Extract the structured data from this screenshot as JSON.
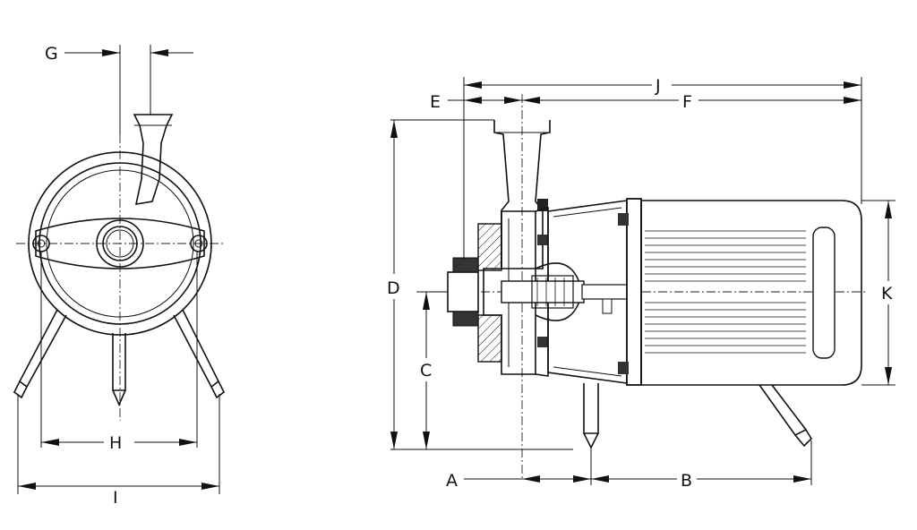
{
  "dimension_labels": {
    "G": "G",
    "H": "H",
    "I": "I",
    "J": "J",
    "E": "E",
    "F": "F",
    "D": "D",
    "C": "C",
    "A": "A",
    "B": "B",
    "K": "K"
  }
}
